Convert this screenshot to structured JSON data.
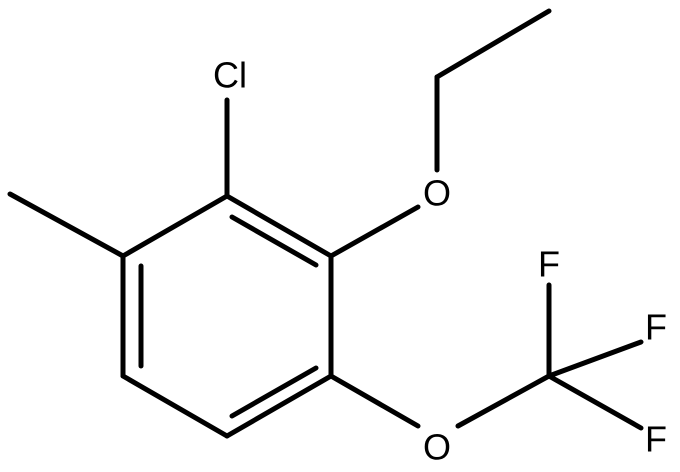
{
  "molecule": {
    "atoms": {
      "cl": "Cl",
      "o_ethoxy": "O",
      "o_trifluoromethoxy": "O",
      "f1": "F",
      "f2": "F",
      "f3": "F"
    },
    "colors": {
      "bond": "#000000",
      "label": "#000000",
      "background": "#ffffff"
    }
  }
}
